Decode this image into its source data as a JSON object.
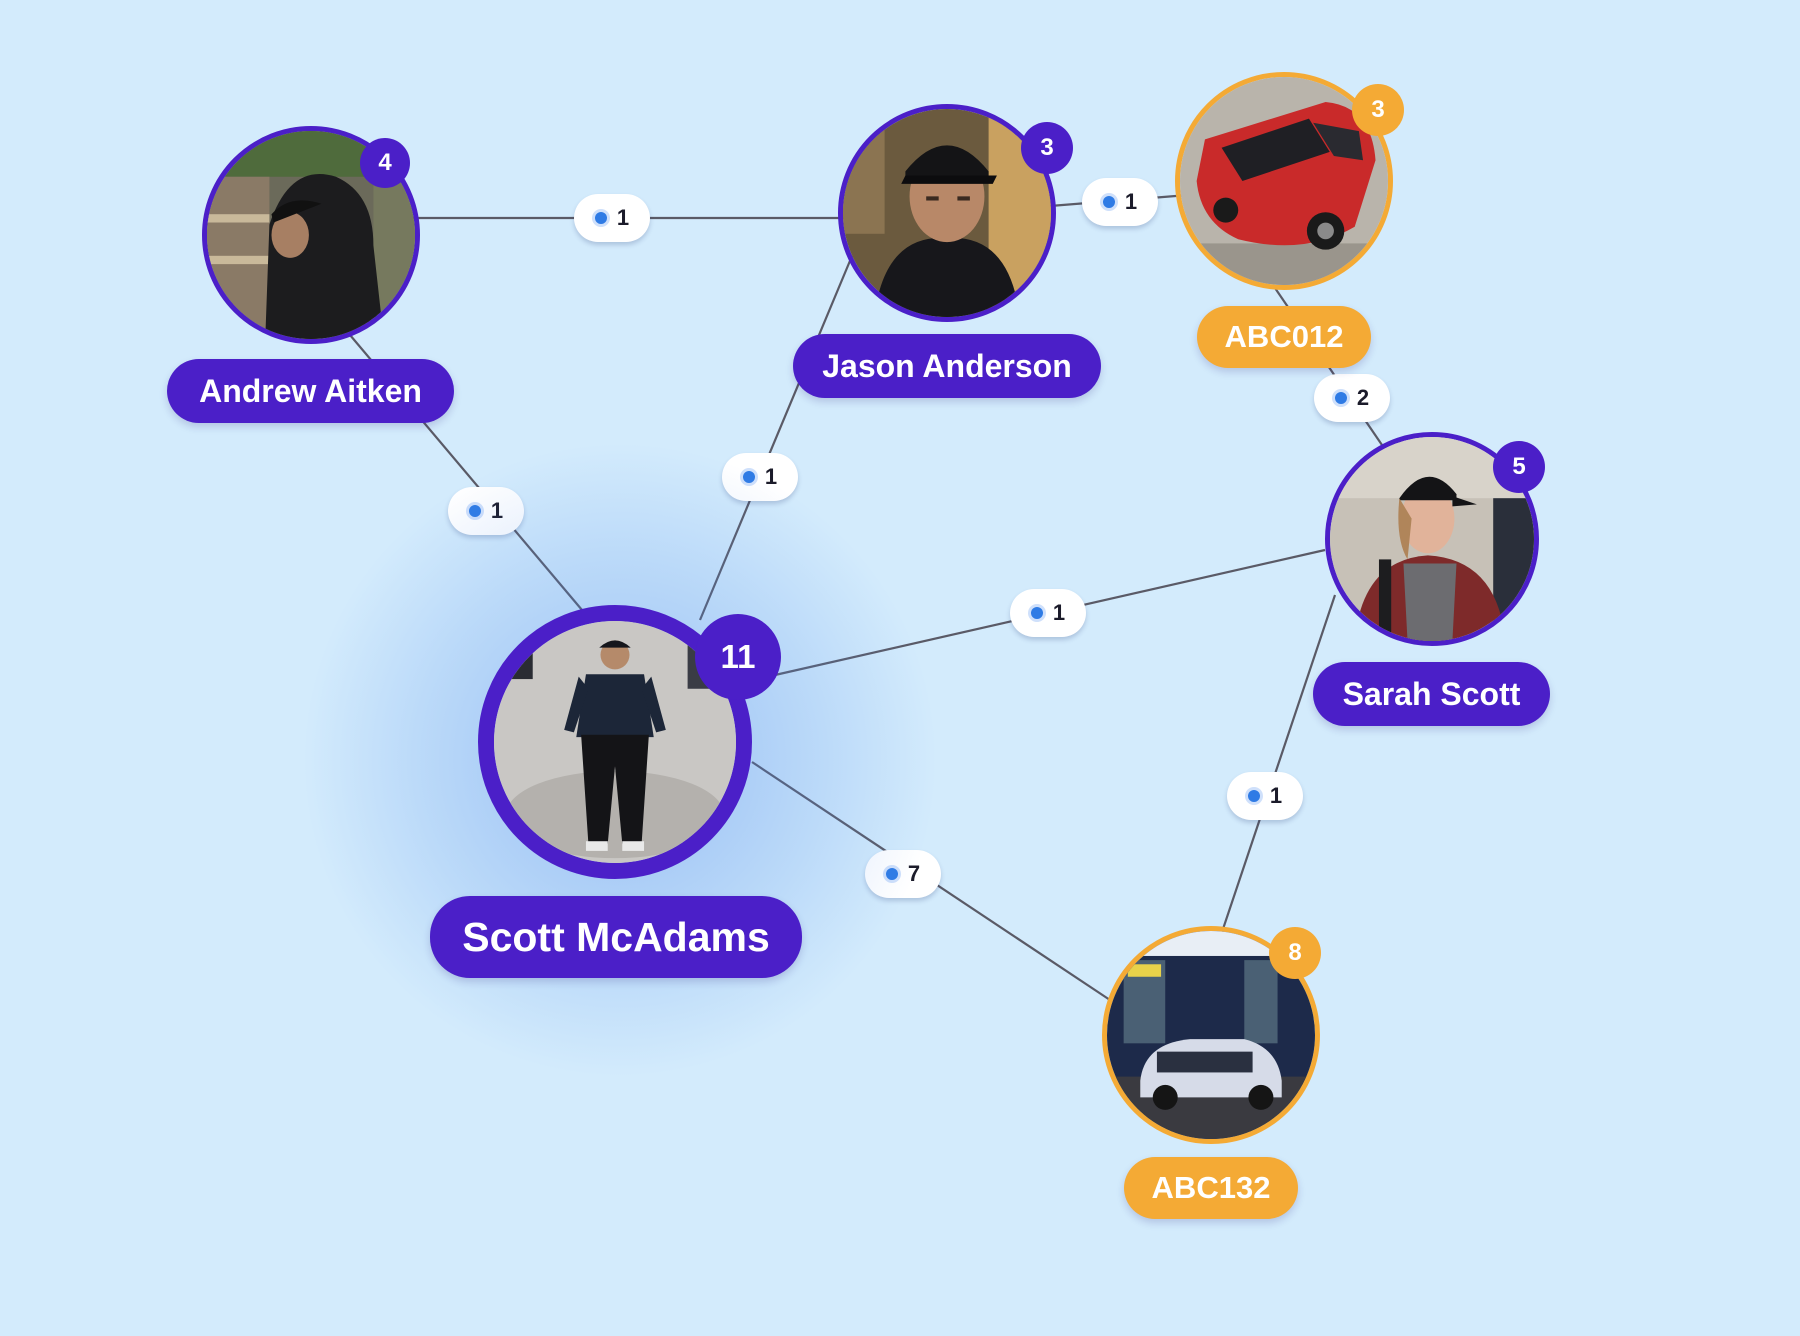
{
  "colors": {
    "background": "#d3ebfc",
    "person": "#4b1fc8",
    "vehicle": "#f4aa35",
    "edge_line": "#5a5a66",
    "edge_dot": "#2f7be5"
  },
  "nodes": {
    "scott": {
      "name": "Scott McAdams",
      "count": "11",
      "kind": "person",
      "icon": "person-walking-photo"
    },
    "andrew": {
      "name": "Andrew Aitken",
      "count": "4",
      "kind": "person",
      "icon": "person-hooded-photo"
    },
    "jason": {
      "name": "Jason Anderson",
      "count": "3",
      "kind": "person",
      "icon": "person-cap-portrait-photo"
    },
    "sarah": {
      "name": "Sarah Scott",
      "count": "5",
      "kind": "person",
      "icon": "person-cap-backpack-photo"
    },
    "abc012": {
      "name": "ABC012",
      "count": "3",
      "kind": "vehicle",
      "icon": "red-car-photo"
    },
    "abc132": {
      "name": "ABC132",
      "count": "8",
      "kind": "vehicle",
      "icon": "car-at-gas-station-photo"
    }
  },
  "edges": {
    "andrew_jason": {
      "count": "1"
    },
    "jason_abc012": {
      "count": "1"
    },
    "andrew_scott": {
      "count": "1"
    },
    "scott_jason": {
      "count": "1"
    },
    "abc012_sarah": {
      "count": "2"
    },
    "scott_sarah": {
      "count": "1"
    },
    "sarah_abc132": {
      "count": "1"
    },
    "scott_abc132": {
      "count": "7"
    }
  }
}
